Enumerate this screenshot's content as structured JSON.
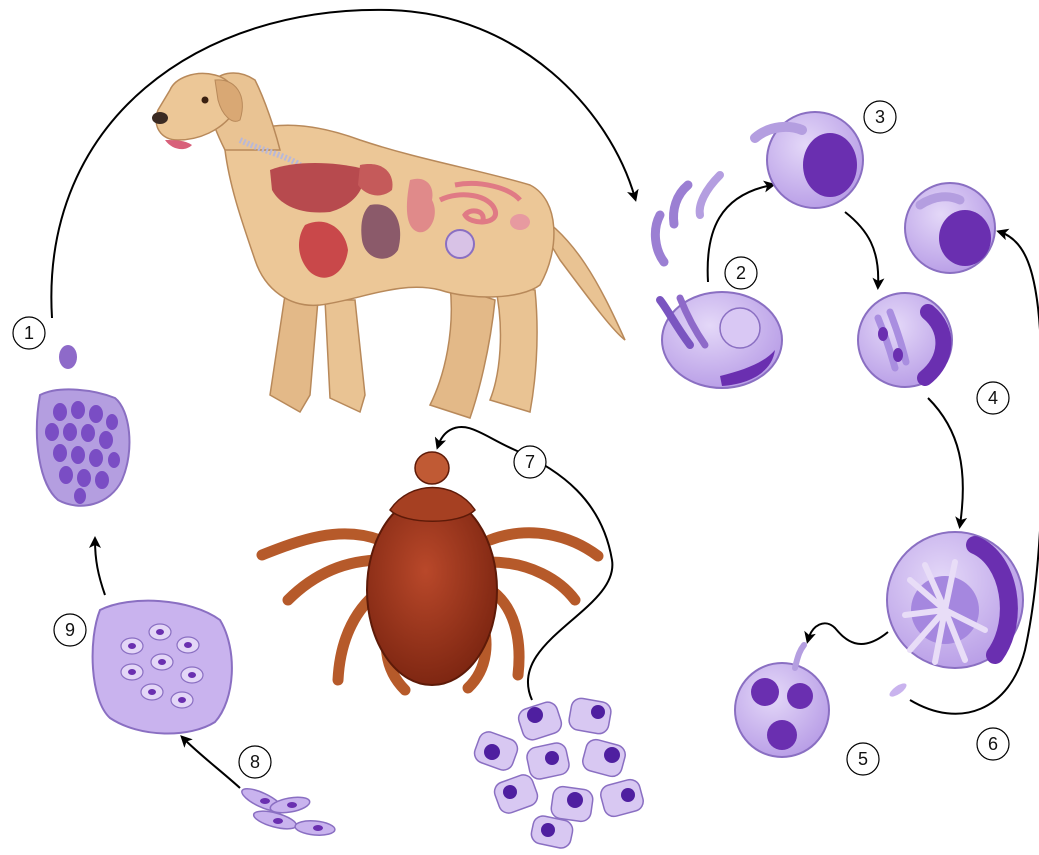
{
  "diagram": {
    "steps": [
      {
        "label": "1"
      },
      {
        "label": "2"
      },
      {
        "label": "3"
      },
      {
        "label": "4"
      },
      {
        "label": "5"
      },
      {
        "label": "6"
      },
      {
        "label": "7"
      },
      {
        "label": "8"
      },
      {
        "label": "9"
      }
    ]
  },
  "colors": {
    "cell_fill": "#c9b3ee",
    "cell_stroke": "#8a6fc2",
    "nucleus": "#6a2fb0",
    "parasite": "#e8ddf7",
    "dog_body": "#e9c393",
    "dog_outline": "#b8895a",
    "tick_body": "#9a3518",
    "tick_legs": "#b65a2a",
    "arrow": "#000000"
  }
}
